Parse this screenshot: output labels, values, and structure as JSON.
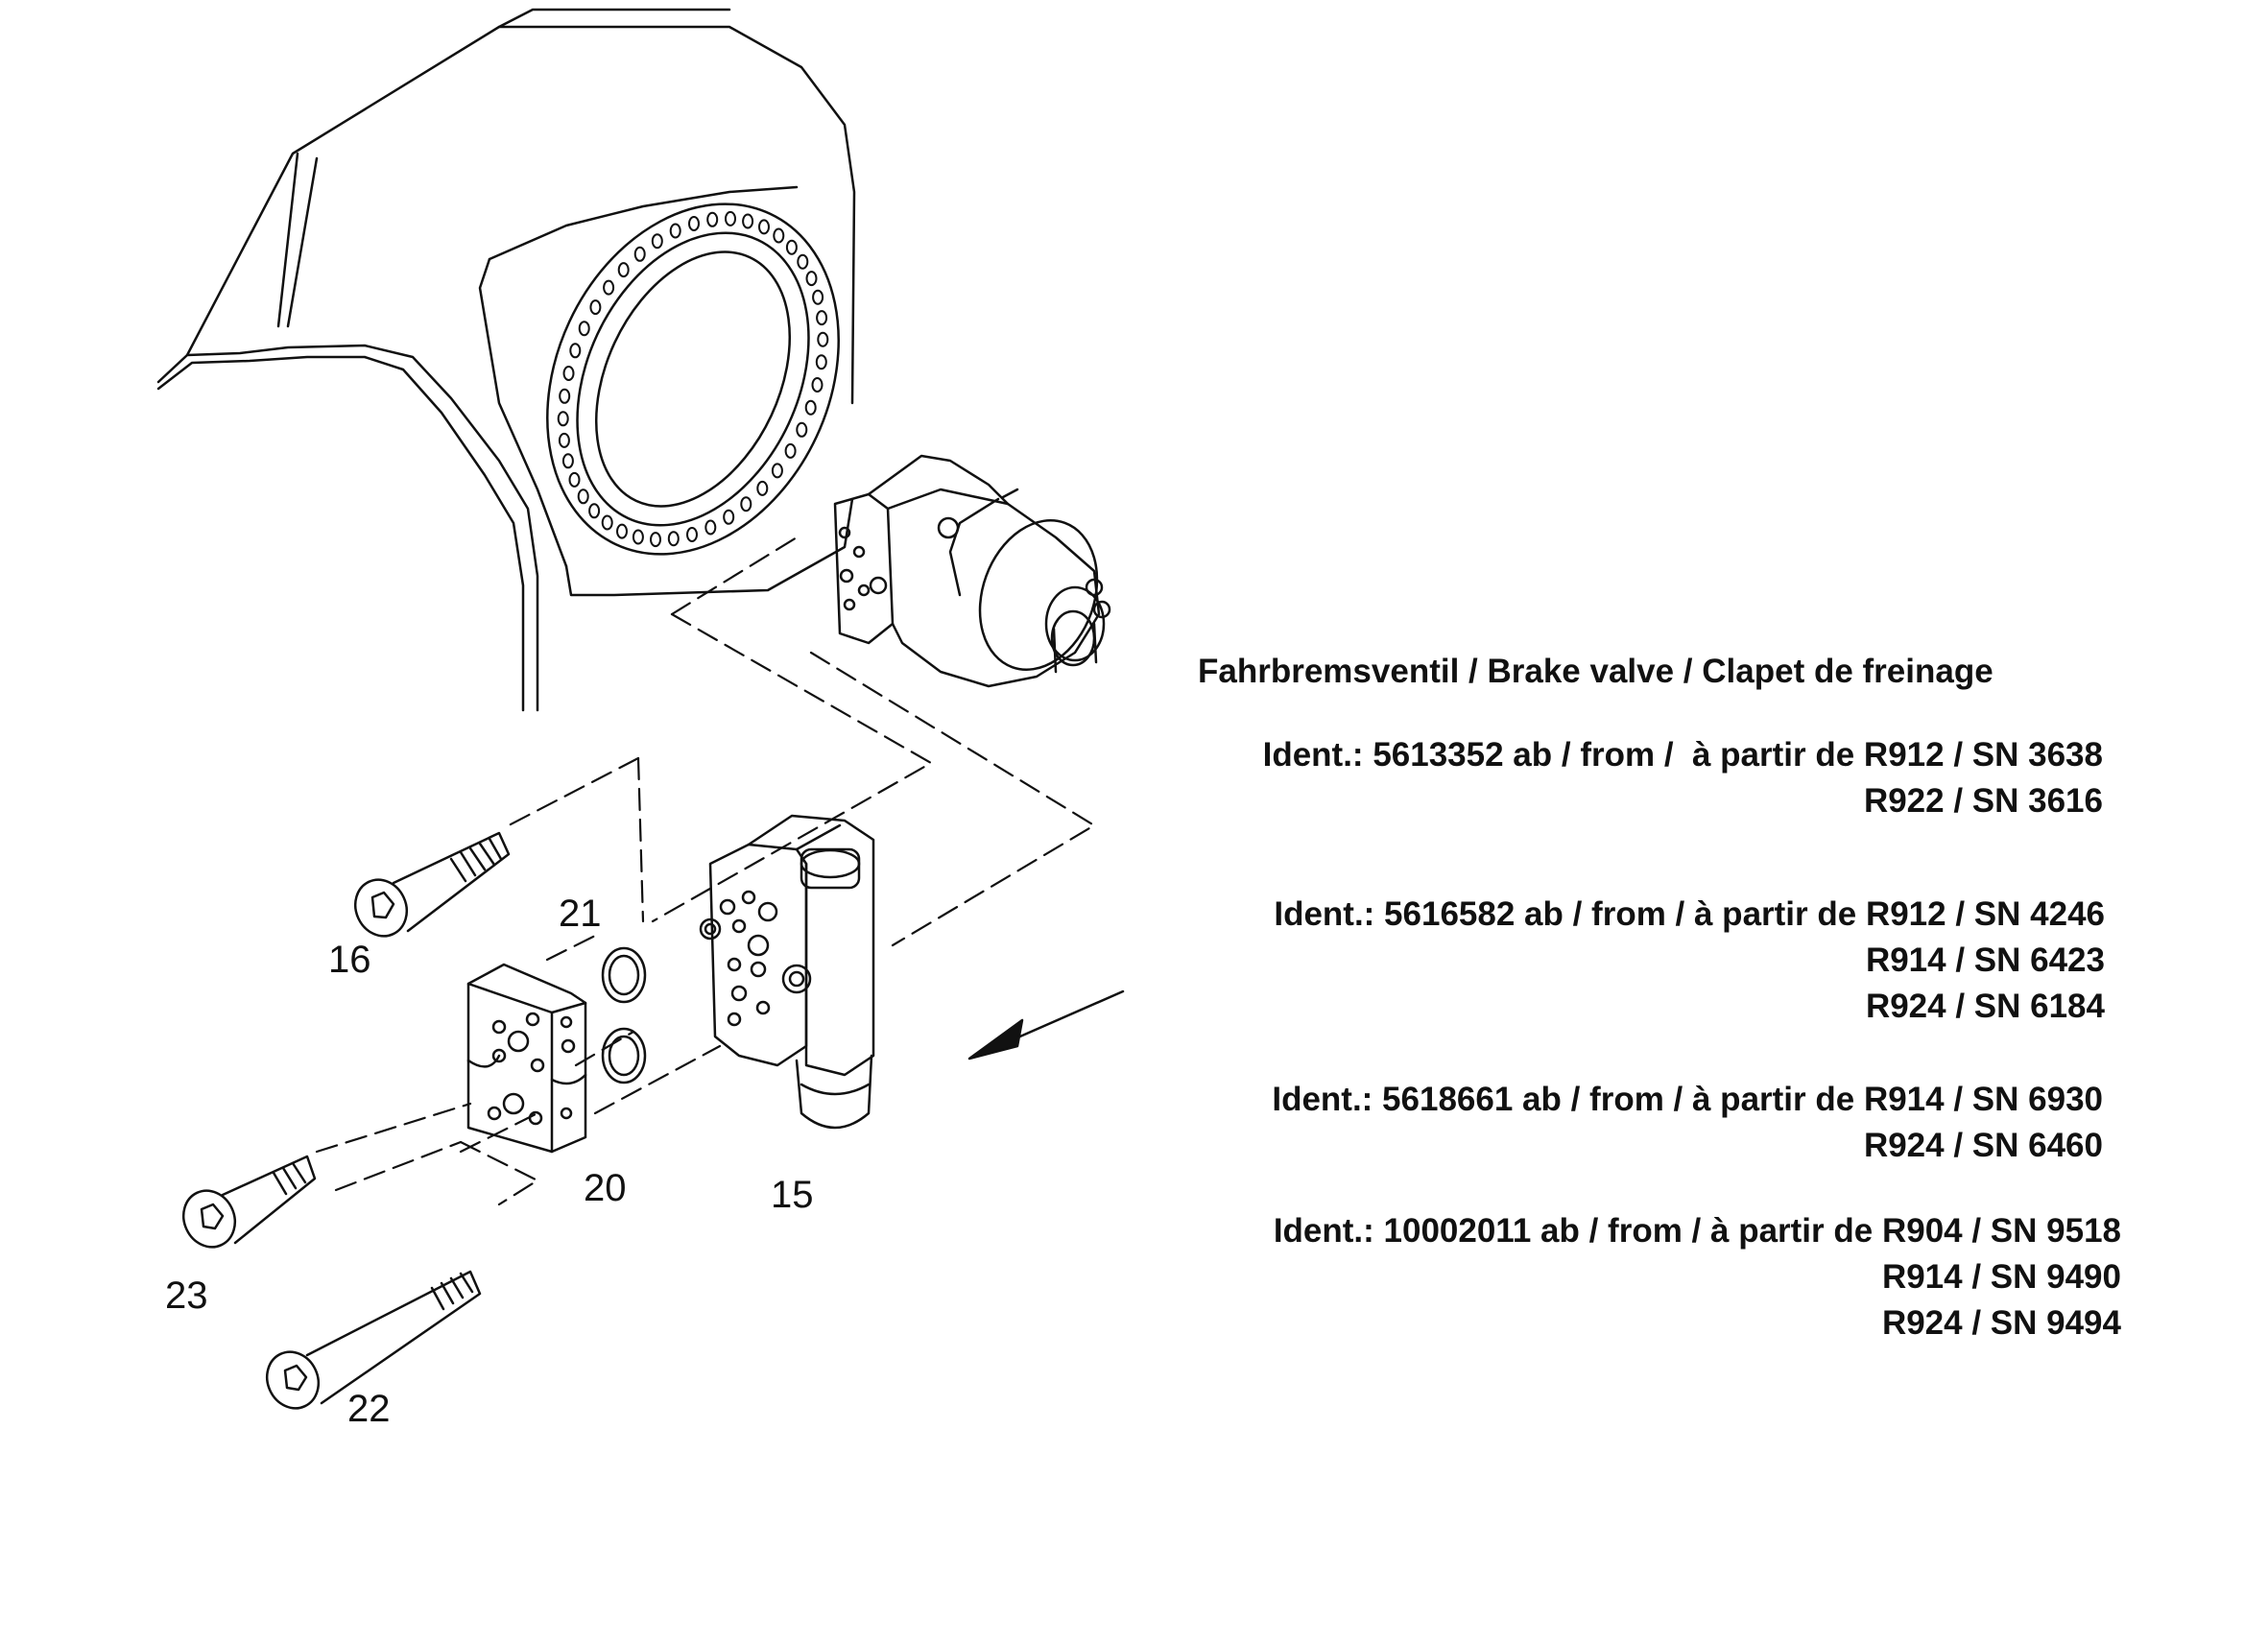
{
  "title": "Fahrbremsventil / Brake valve / Clapet de freinage",
  "part_labels": {
    "p15": "15",
    "p16": "16",
    "p20": "20",
    "p21": "21",
    "p22": "22",
    "p23": "23"
  },
  "ident_blocks": [
    {
      "lines": [
        "Ident.: 5613352 ab / from /  à partir de R912 / SN 3638",
        "R922 / SN 3616"
      ]
    },
    {
      "lines": [
        "Ident.: 5616582 ab / from / à partir de R912 / SN 4246",
        "R914 / SN 6423",
        "R924 / SN 6184"
      ]
    },
    {
      "lines": [
        "Ident.: 5618661 ab / from / à partir de R914 / SN 6930",
        "R924 / SN 6460"
      ]
    },
    {
      "lines": [
        "Ident.: 10002011 ab / from / à partir de R904 / SN 9518",
        "R914 / SN 9490",
        "R924 / SN 9494"
      ]
    }
  ],
  "colors": {
    "line": "#111111",
    "background": "#ffffff"
  }
}
